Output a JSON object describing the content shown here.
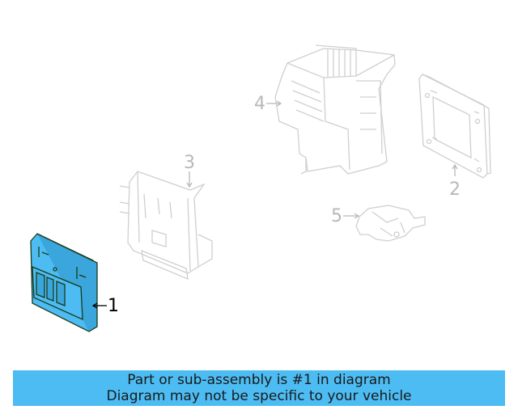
{
  "diagram": {
    "parts": [
      {
        "callout": "1",
        "name": "Control module (highlighted)",
        "highlighted": true,
        "color": "#4cbcf3"
      },
      {
        "callout": "2",
        "name": "Mounting bracket plate",
        "highlighted": false
      },
      {
        "callout": "3",
        "name": "Module holder",
        "highlighted": false
      },
      {
        "callout": "4",
        "name": "Fuse/relay box housing",
        "highlighted": false
      },
      {
        "callout": "5",
        "name": "Retaining clip",
        "highlighted": false
      }
    ],
    "line_color_dim": "#cfcfcf",
    "line_color_active": "#1a3a1a",
    "highlight_fill": "#4cbcf3"
  },
  "banner": {
    "line1": "Part or sub-assembly is #1 in diagram",
    "line2": "Diagram may not be specific to your vehicle",
    "background": "#4cbcf3"
  }
}
